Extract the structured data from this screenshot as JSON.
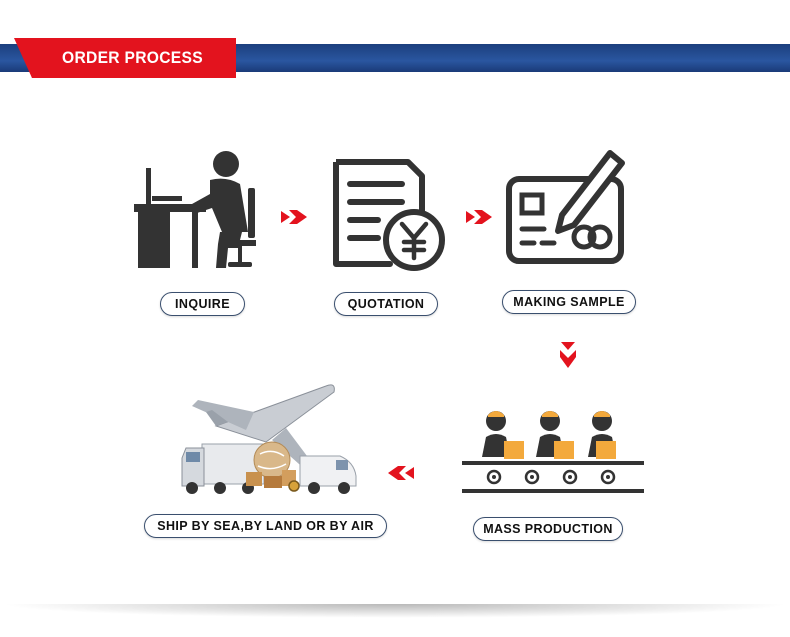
{
  "header": {
    "title": "ORDER PROCESS"
  },
  "steps": [
    {
      "label": "INQUIRE",
      "icon": "person-at-desk-icon"
    },
    {
      "label": "QUOTATION",
      "icon": "document-yen-icon"
    },
    {
      "label": "MAKING SAMPLE",
      "icon": "card-pen-icon"
    },
    {
      "label": "MASS PRODUCTION",
      "icon": "assembly-line-workers-icon"
    },
    {
      "label": "SHIP BY SEA,BY LAND OR BY AIR",
      "icon": "truck-plane-van-icon"
    }
  ],
  "colors": {
    "accent_red": "#e3131e",
    "banner_blue": "#2a56a0",
    "icon_dark": "#333333",
    "box_orange": "#f3a93c"
  }
}
